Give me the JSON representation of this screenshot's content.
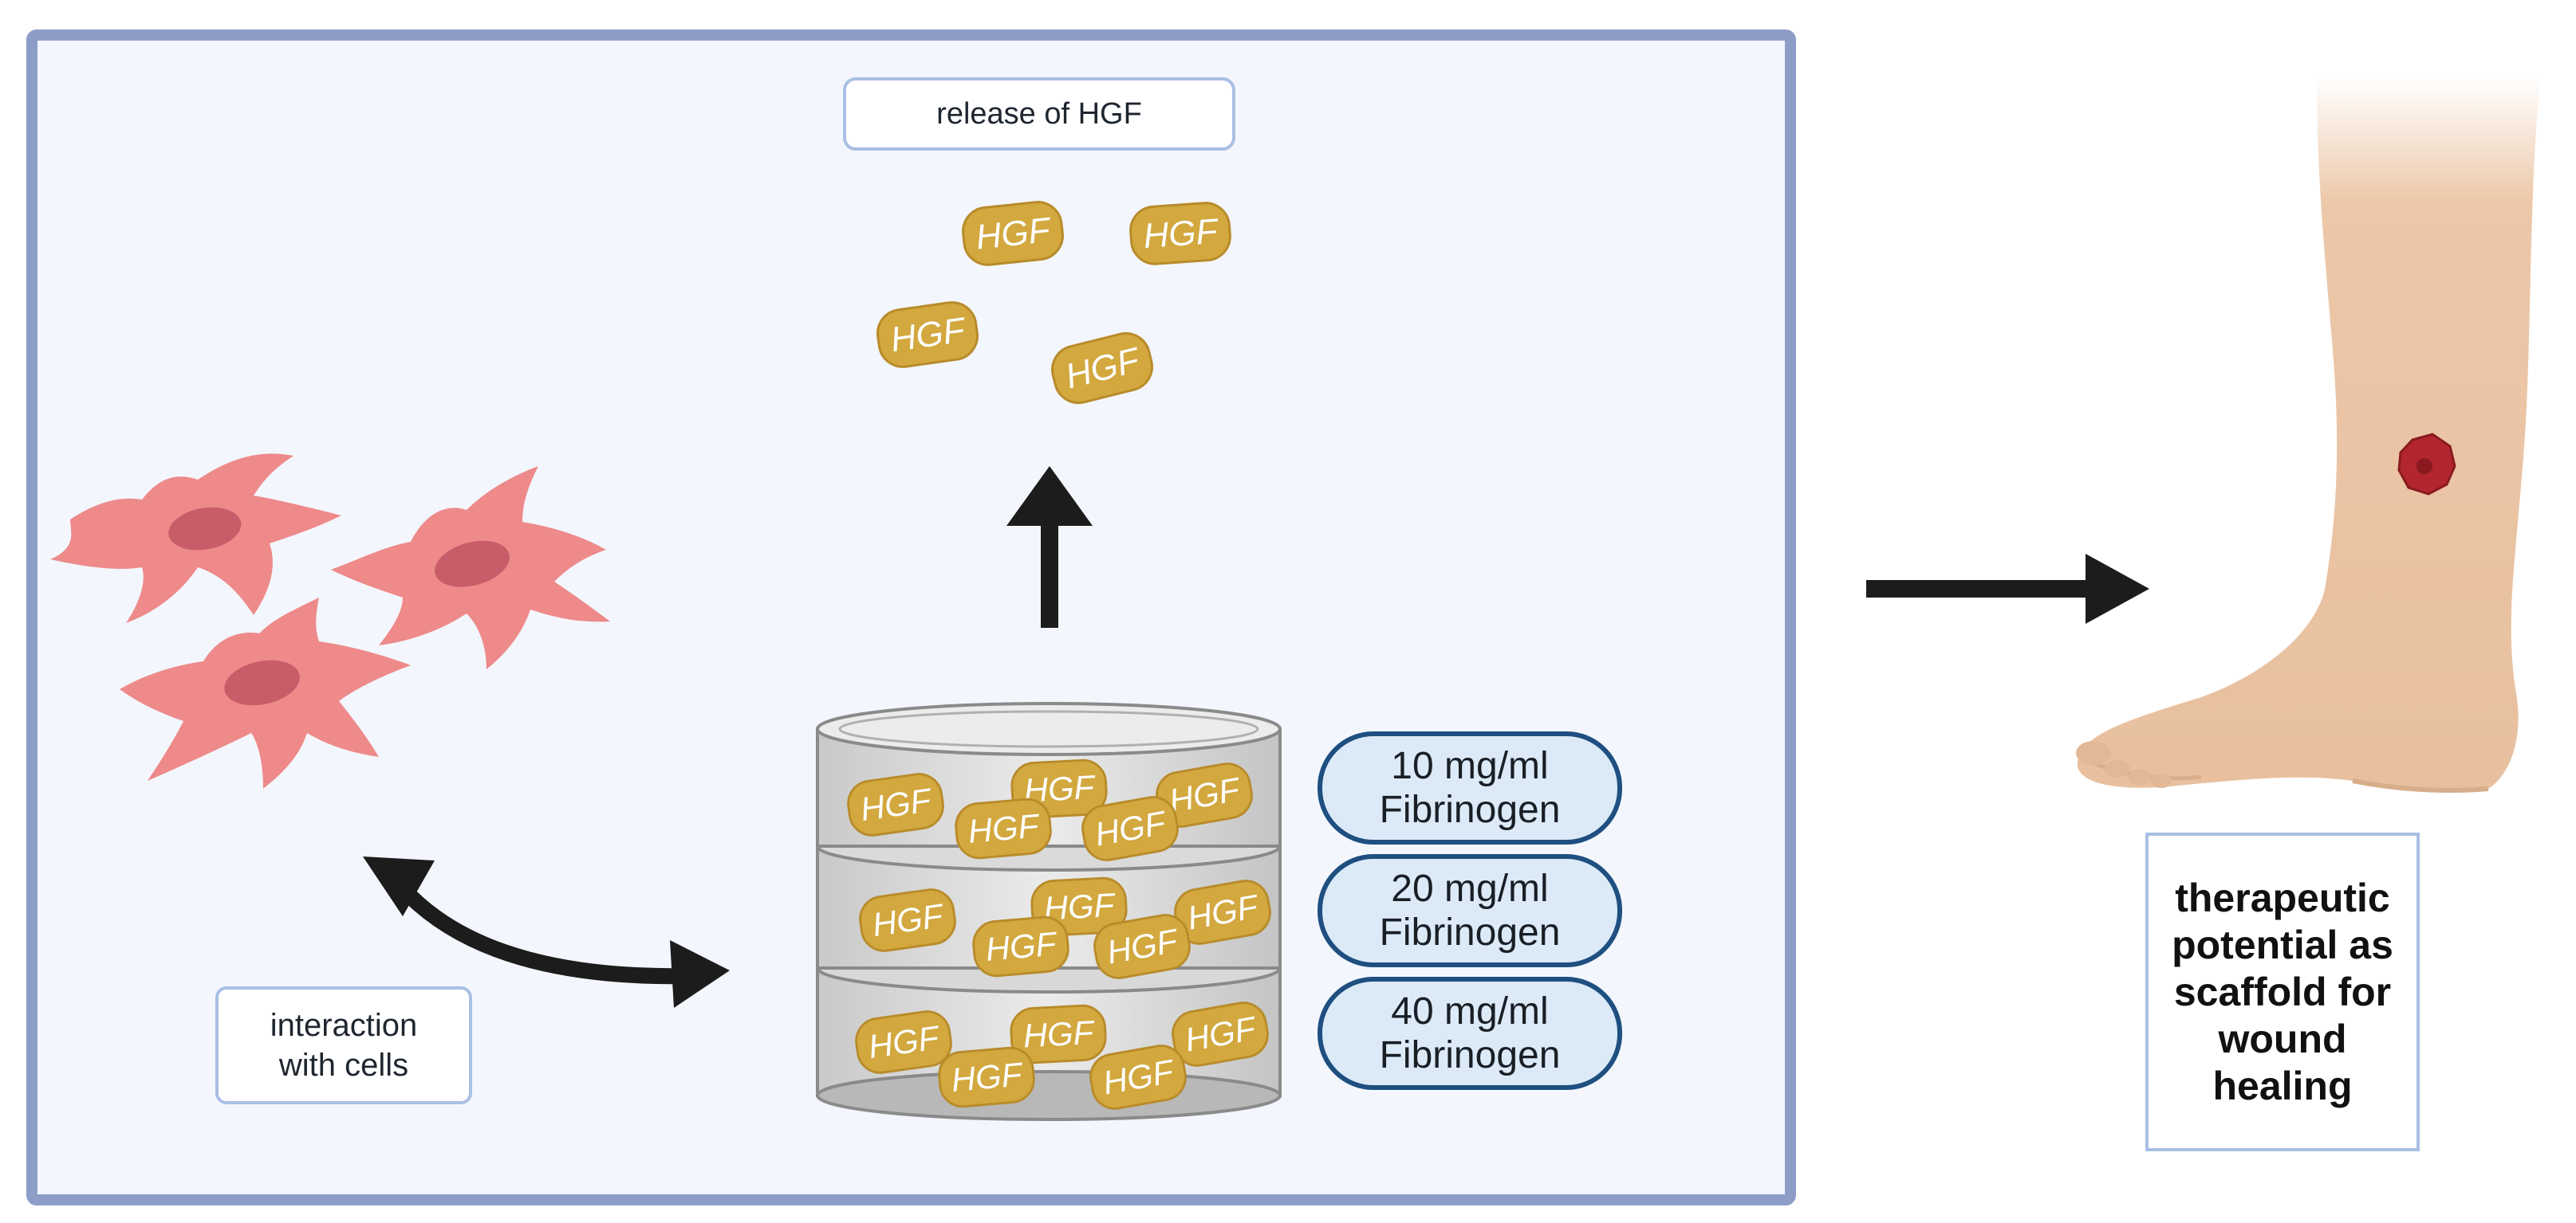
{
  "labels": {
    "release": "release of HGF",
    "interaction": "interaction\nwith cells",
    "therapeutic": "therapeutic\npotential as\nscaffold for\nwound\nhealing"
  },
  "hgf_text": "HGF",
  "concentrations": [
    "10 mg/ml\nFibrinogen",
    "20 mg/ml\nFibrinogen",
    "40 mg/ml\nFibrinogen"
  ],
  "colors": {
    "panel_bg": "#f3f6fd",
    "panel_border": "#8e9dc8",
    "hgf_fill": "#d2a83f",
    "cell_fill": "#ee8a8a",
    "nucleus_fill": "#c85c68",
    "arrow": "#1c1c1c",
    "skin": "#ecc7a8",
    "wound": "#b3262e"
  }
}
